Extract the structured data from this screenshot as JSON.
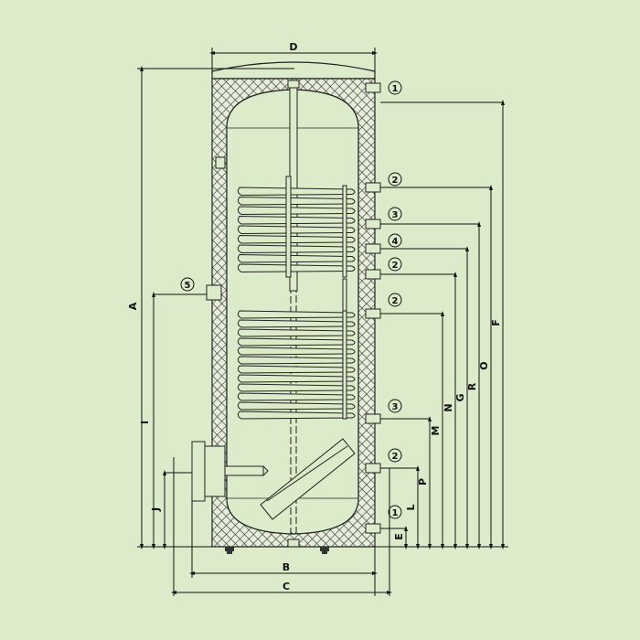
{
  "background_color": "#dcebc9",
  "dimensions": {
    "top": [
      "D"
    ],
    "bottom": [
      "B",
      "C"
    ],
    "left": [
      "A",
      "I",
      "J"
    ],
    "right": [
      "F",
      "O",
      "R",
      "G",
      "N",
      "M",
      "P",
      "L",
      "E"
    ]
  },
  "connections": [
    {
      "label": "1"
    },
    {
      "label": "2"
    },
    {
      "label": "3"
    },
    {
      "label": "4"
    },
    {
      "label": "2"
    },
    {
      "label": "2"
    },
    {
      "label": "3"
    },
    {
      "label": "2"
    },
    {
      "label": "1"
    }
  ],
  "side_connection": {
    "label": "5"
  }
}
